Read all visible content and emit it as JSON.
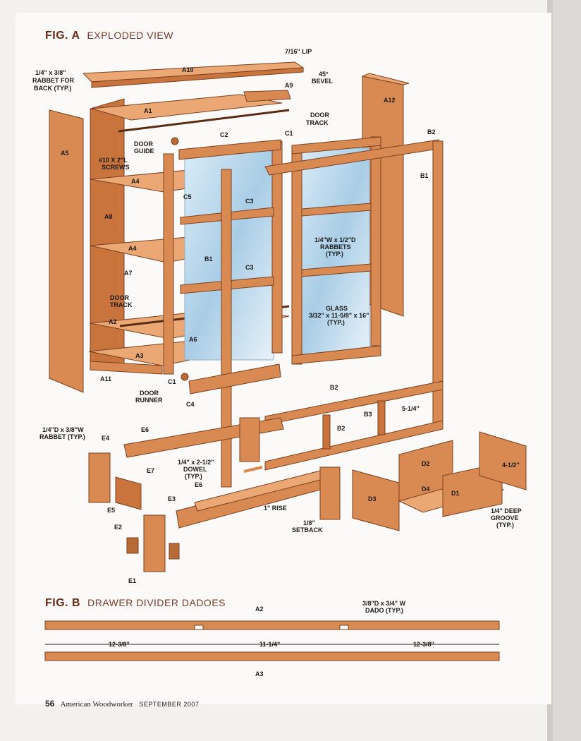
{
  "figure_a": {
    "fig": "FIG. A",
    "title": "EXPLODED VIEW",
    "callouts": {
      "lip": "7/16\" LIP",
      "bevel_1": "45°",
      "bevel_2": "BEVEL",
      "rabbet_back_1": "1/4\" x 3/8\"",
      "rabbet_back_2": "RABBET FOR",
      "rabbet_back_3": "BACK (TYP.)",
      "door_track_top_1": "DOOR",
      "door_track_top_2": "TRACK",
      "door_guide_1": "DOOR",
      "door_guide_2": "GUIDE",
      "screws_1": "#10 X 2\"L",
      "screws_2": "SCREWS",
      "rabbets_1": "1/4\"W x 1/2\"D",
      "rabbets_2": "RABBETS",
      "rabbets_3": "(TYP.)",
      "glass_1": "GLASS",
      "glass_2": "3/32\" x 11-5/8\" x 16\"",
      "glass_3": "(TYP.)",
      "door_track_low_1": "DOOR",
      "door_track_low_2": "TRACK",
      "door_runner_1": "DOOR",
      "door_runner_2": "RUNNER",
      "dim_5_1_4": "5-1/4\"",
      "rabbet_e_1": "1/4\"D x 3/8\"W",
      "rabbet_e_2": "RABBET (TYP.)",
      "dowel_1": "1/4\" x 2-1/2\"",
      "dowel_2": "DOWEL",
      "dowel_3": "(TYP.)",
      "rise": "1\" RISE",
      "setback_1": "1/8\"",
      "setback_2": "SETBACK",
      "dim_4_1_2": "4-1/2\"",
      "groove_1": "1/4\" DEEP",
      "groove_2": "GROOVE",
      "groove_3": "(TYP.)"
    },
    "parts": {
      "a1": "A1",
      "a2": "A2",
      "a3": "A3",
      "a4a": "A4",
      "a4b": "A4",
      "a5": "A5",
      "a6": "A6",
      "a7": "A7",
      "a8": "A8",
      "a9": "A9",
      "a10": "A10",
      "a11": "A11",
      "a12": "A12",
      "b1a": "B1",
      "b1b": "B1",
      "b2a": "B2",
      "b2b": "B2",
      "b2c": "B2",
      "b3": "B3",
      "c1a": "C1",
      "c1b": "C1",
      "c2": "C2",
      "c3a": "C3",
      "c3b": "C3",
      "c4": "C4",
      "c5": "C5",
      "d1": "D1",
      "d2": "D2",
      "d3": "D3",
      "d4": "D4",
      "e1": "E1",
      "e2": "E2",
      "e3": "E3",
      "e4": "E4",
      "e5": "E5",
      "e6a": "E6",
      "e6b": "E6",
      "e7": "E7"
    }
  },
  "figure_b": {
    "fig": "FIG. B",
    "title": "DRAWER DIVIDER DADOES",
    "a2": "A2",
    "a3": "A3",
    "dado_1": "3/8\"D x 3/4\" W",
    "dado_2": "DADO (TYP.)",
    "dim_left": "12-3/8\"",
    "dim_mid": "11-1/4\"",
    "dim_right": "12-3/8\""
  },
  "footer": {
    "page": "56",
    "magazine": "American Woodworker",
    "date": "SEPTEMBER 2007"
  },
  "colors": {
    "wood": "#d98a52",
    "wood_dark": "#b86a36",
    "wood_light": "#eba874",
    "glass": "#a9cde6",
    "heading": "#6b2a17"
  }
}
